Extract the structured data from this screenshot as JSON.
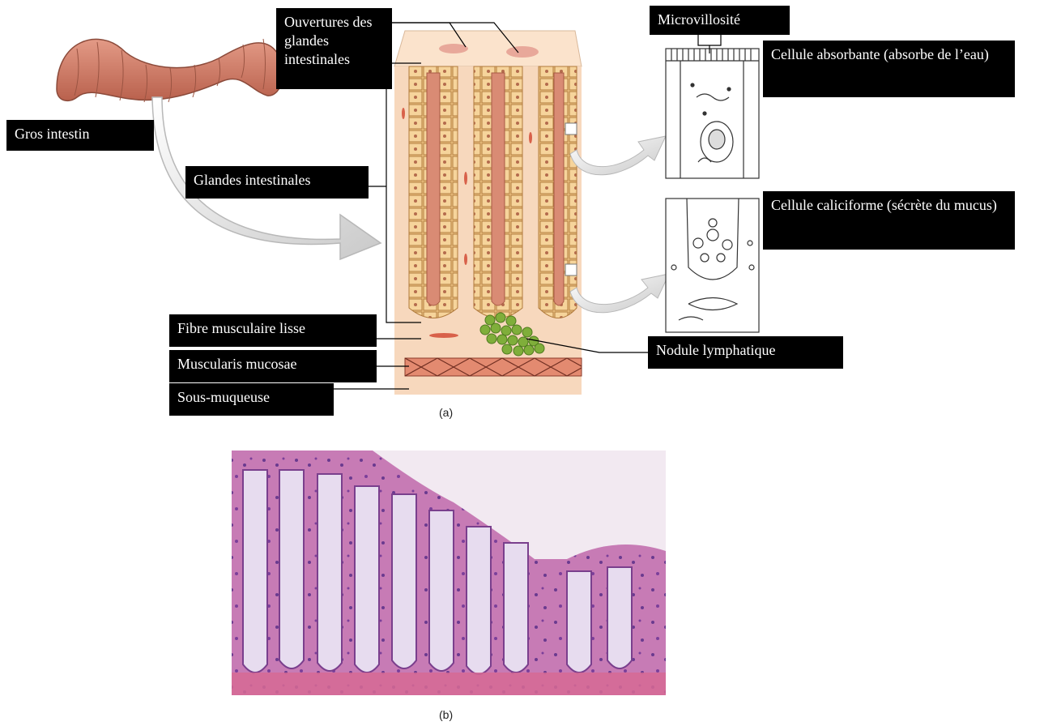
{
  "figure_a": {
    "labels": {
      "gros_intestin": "Gros intestin",
      "glandes_intestinales": "Glandes intestinales",
      "ouvertures_glandes": "Ouvertures des glandes intestinales",
      "microvillosite": "Microvillosité",
      "cellule_absorbante": "Cellule absorbante (absorbe de l’eau)",
      "cellule_caliciforme": "Cellule caliciforme (sécrète du mucus)",
      "fibre_musculaire": "Fibre musculaire lisse",
      "muscularis_mucosae": "Muscularis mucosae",
      "sous_muqueuse": "Sous-muqueuse",
      "nodule_lymphatique": "Nodule lymphatique"
    },
    "caption": "(a)"
  },
  "figure_b": {
    "caption": "(b)"
  },
  "colors": {
    "tissue_background": "#f7d8bd",
    "intestine": "#d9826b",
    "lymph_nodule": "#7fae3a",
    "label_background": "#000000",
    "label_text": "#ffffff"
  }
}
